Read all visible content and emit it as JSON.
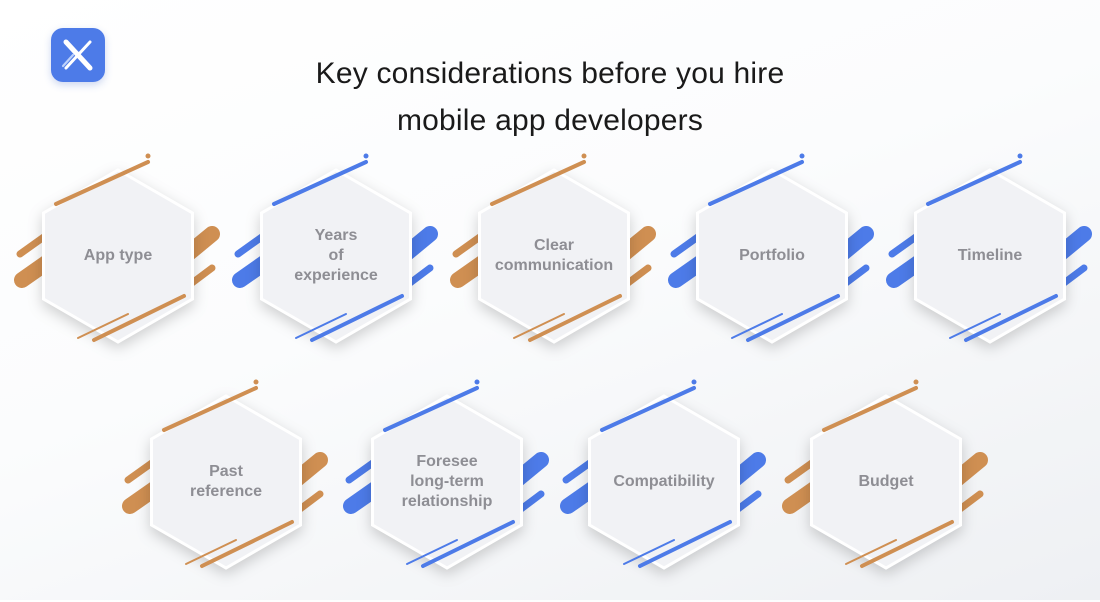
{
  "title": {
    "line1": "Key considerations before you hire",
    "line2": "mobile app developers"
  },
  "logo": {
    "icon": "x-logo-icon",
    "color": "#4d7be8"
  },
  "colors": {
    "orange": "#cf8f52",
    "blue": "#4d7be8",
    "hex_fill": "#f1f2f5",
    "label": "#8e8e94"
  },
  "items": [
    {
      "lines": [
        "App type"
      ],
      "accent": "orange",
      "variant": "a"
    },
    {
      "lines": [
        "Years",
        "of",
        "experience"
      ],
      "accent": "blue",
      "variant": "b"
    },
    {
      "lines": [
        "Clear",
        "communication"
      ],
      "accent": "orange",
      "variant": "a"
    },
    {
      "lines": [
        "Portfolio"
      ],
      "accent": "blue",
      "variant": "b"
    },
    {
      "lines": [
        "Timeline"
      ],
      "accent": "blue",
      "variant": "a"
    },
    {
      "lines": [
        "Past",
        "reference"
      ],
      "accent": "orange",
      "variant": "b"
    },
    {
      "lines": [
        "Foresee",
        "long-term",
        "relationship"
      ],
      "accent": "blue",
      "variant": "a"
    },
    {
      "lines": [
        "Compatibility"
      ],
      "accent": "blue",
      "variant": "b"
    },
    {
      "lines": [
        "Budget"
      ],
      "accent": "orange",
      "variant": "a"
    }
  ]
}
